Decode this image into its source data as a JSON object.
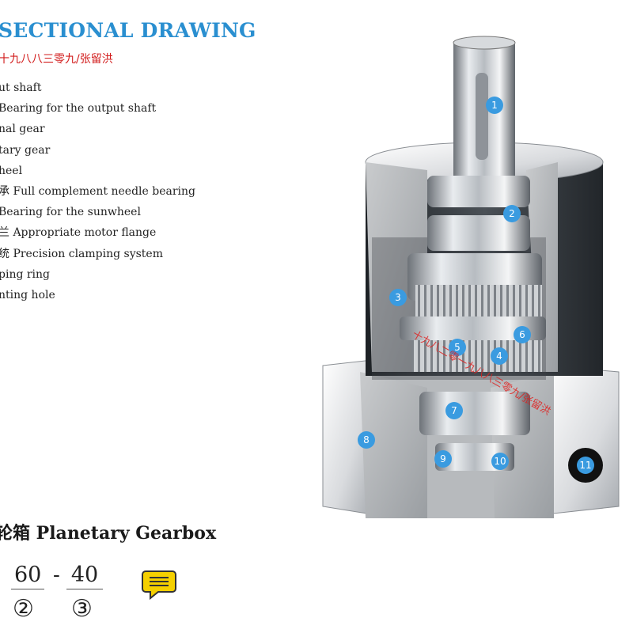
{
  "header": {
    "title": "SECTIONAL DRAWING",
    "subtitle": "十九八八三零九/张留洪"
  },
  "parts": [
    "ut shaft",
    "Bearing for the output shaft",
    "nal gear",
    "tary gear",
    "heel",
    "承 Full complement needle bearing",
    "Bearing for the sunwheel",
    "兰 Appropriate motor flange",
    "统 Precision clamping system",
    "ping ring",
    "nting hole"
  ],
  "callouts": [
    "1",
    "2",
    "3",
    "4",
    "5",
    "6",
    "7",
    "8",
    "9",
    "10",
    "11"
  ],
  "watermark": "十九八二零一九八八三零九/张留洪",
  "footer": {
    "title": "轮箱 Planetary Gearbox",
    "code": {
      "seg1": "60",
      "sep": "-",
      "seg2": "40",
      "mark1": "②",
      "mark2": "③"
    }
  },
  "colors": {
    "title": "#2a8fd0",
    "subtitle": "#d21c1c",
    "callout": "#3a9be0",
    "comment_icon": "#f5d000"
  },
  "icons": {
    "comment": "speech-bubble-icon"
  }
}
